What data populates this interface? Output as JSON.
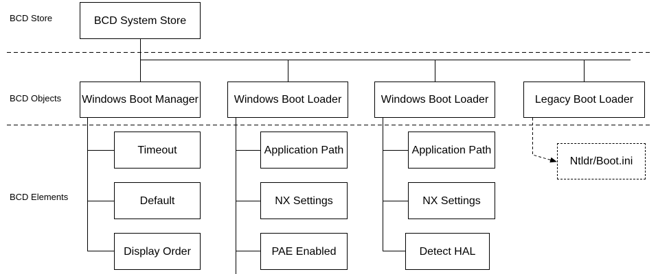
{
  "layers": {
    "store": "BCD Store",
    "objects": "BCD Objects",
    "elements": "BCD Elements"
  },
  "store": {
    "label": "BCD System Store"
  },
  "objects": [
    {
      "label": "Windows Boot Manager"
    },
    {
      "label": "Windows Boot Loader"
    },
    {
      "label": "Windows Boot Loader"
    },
    {
      "label": "Legacy Boot Loader"
    }
  ],
  "elements": {
    "manager": [
      "Timeout",
      "Default",
      "Display Order"
    ],
    "loader_1": [
      "Application Path",
      "NX Settings",
      "PAE Enabled"
    ],
    "loader_2": [
      "Application Path",
      "NX Settings",
      "Detect HAL"
    ],
    "legacy": [
      "Ntldr/Boot.ini"
    ]
  },
  "colors": {
    "line": "#000000",
    "background": "#ffffff"
  }
}
